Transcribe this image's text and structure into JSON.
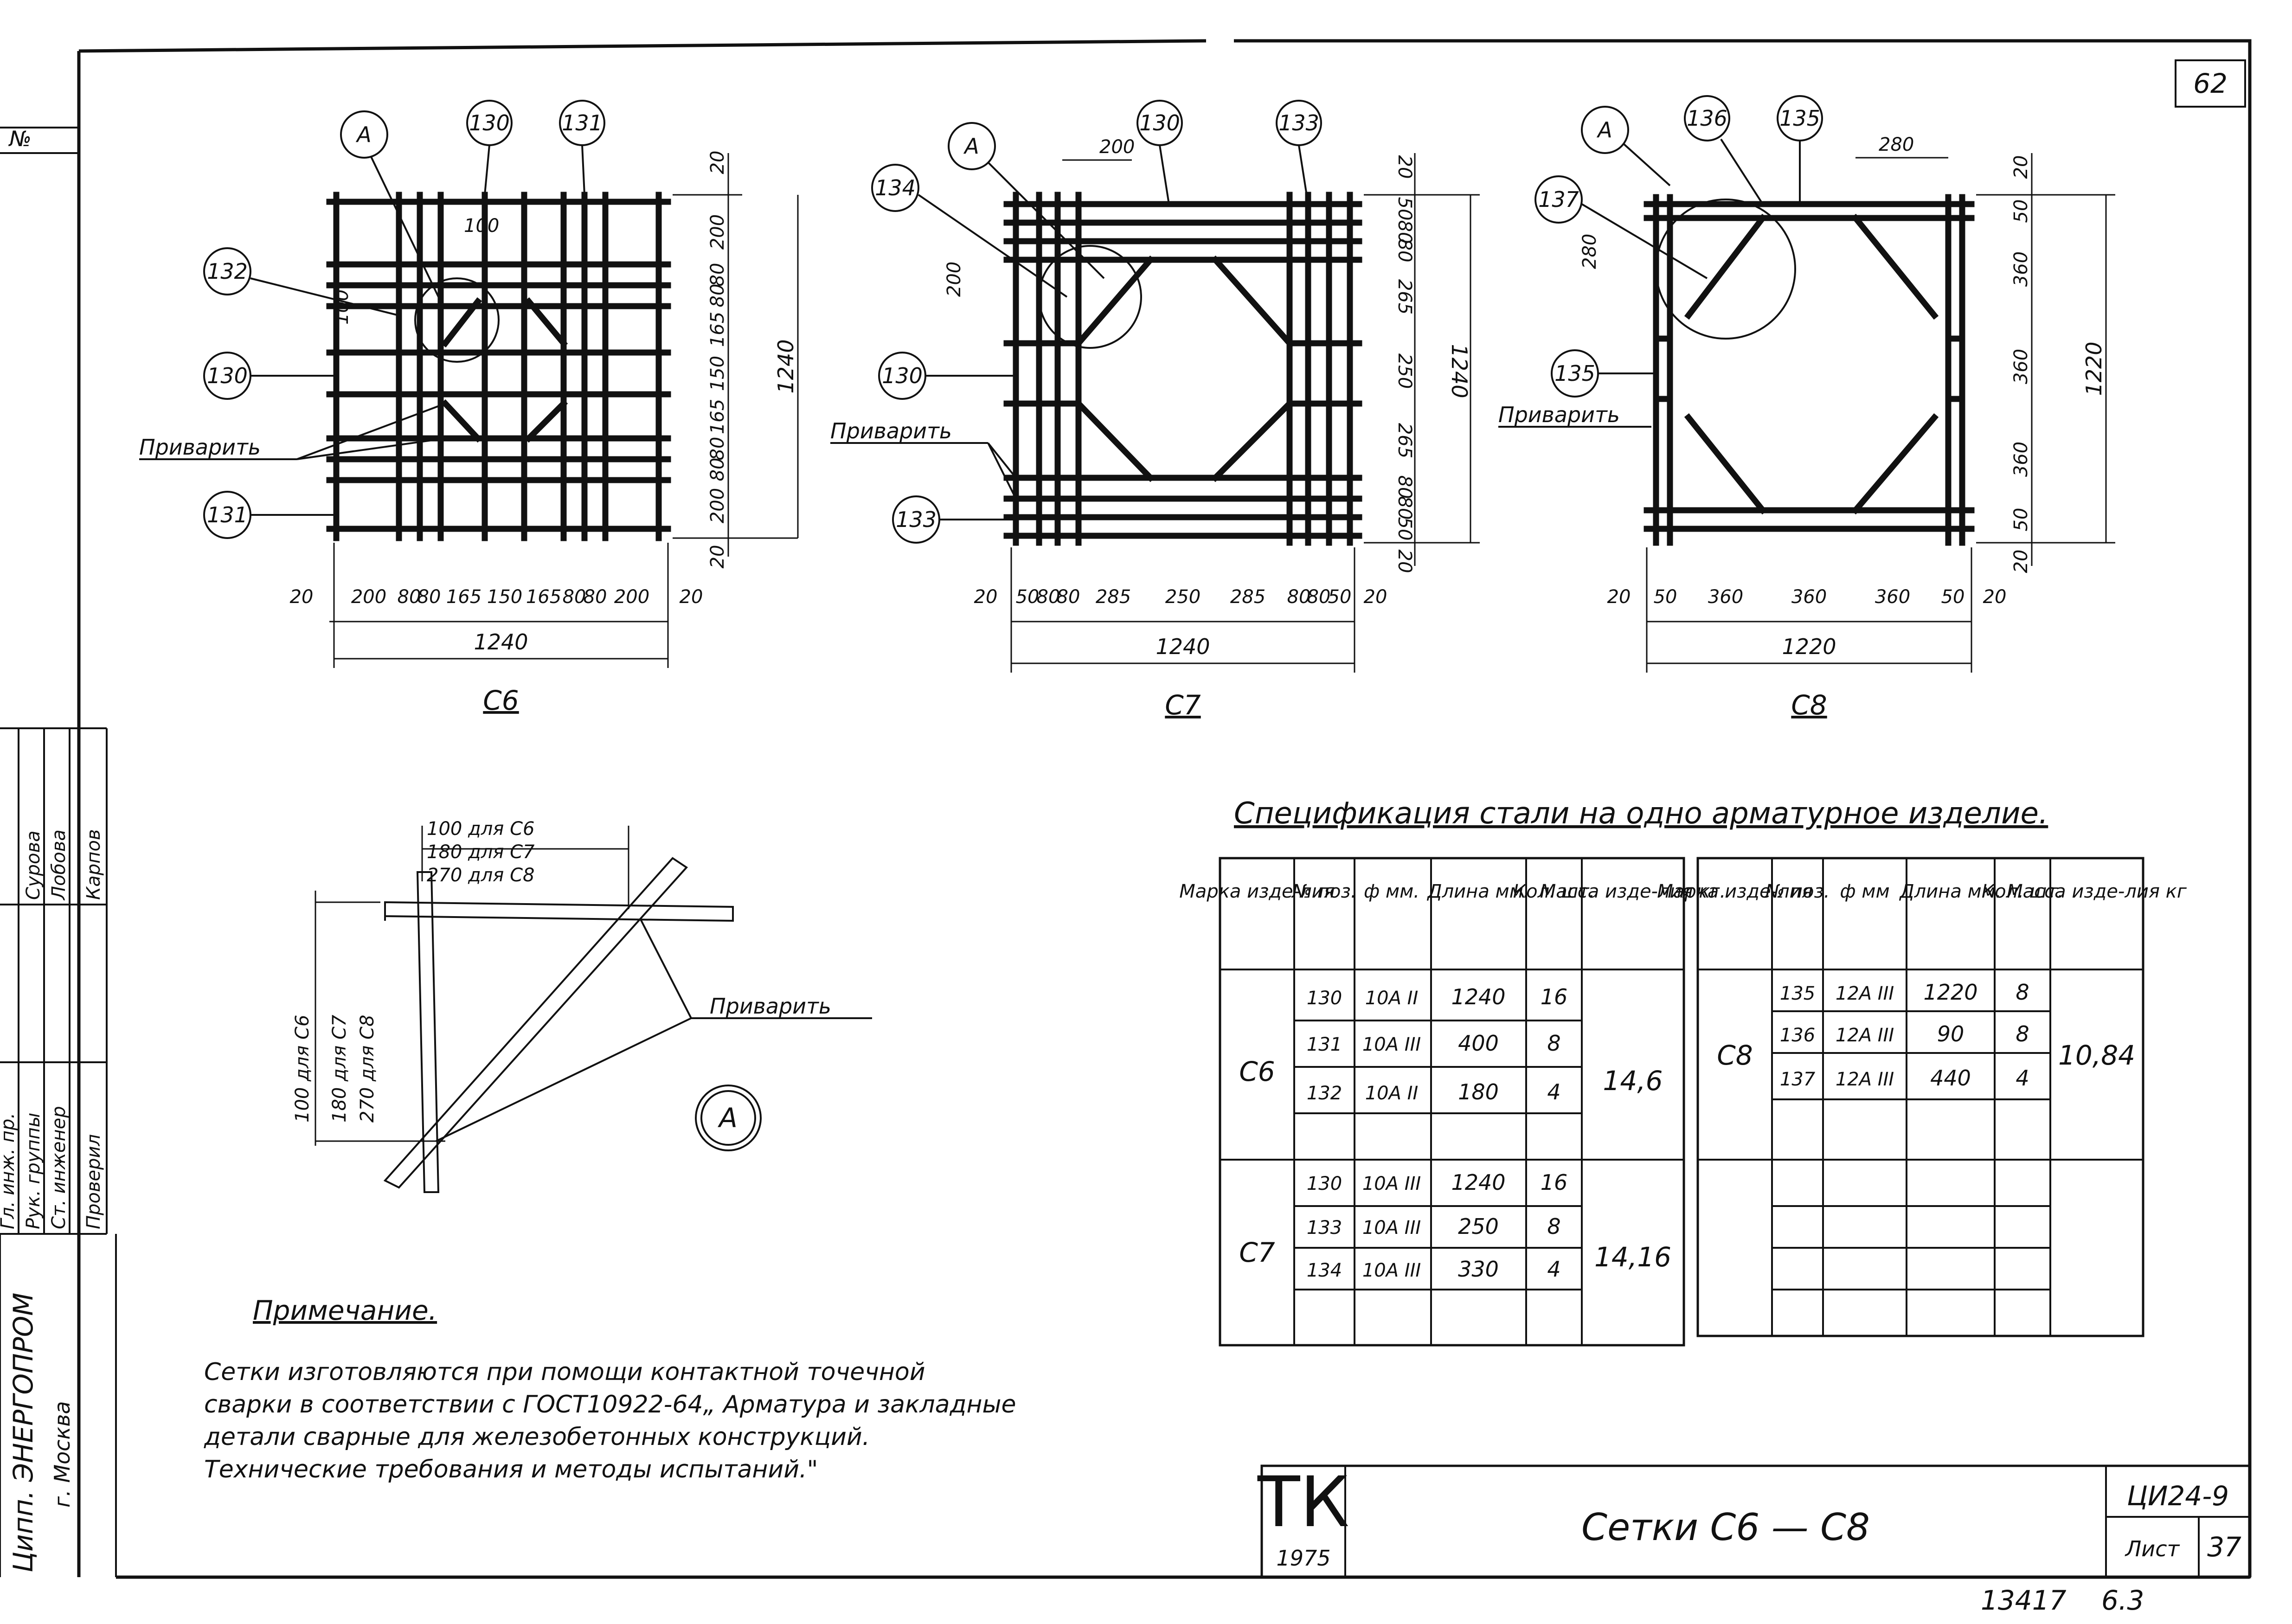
{
  "sheet": {
    "corner_number": "62",
    "bottom_numbers": [
      "13417",
      "6.3"
    ],
    "left_stamp": {
      "label_no": "№",
      "roles": [
        "Гл. инж. пр.",
        "Рук. группы",
        "Ст. инженер",
        "Проверил"
      ],
      "names": [
        "Сурова",
        "Лобова",
        "Карпов"
      ],
      "institute": "Ципп. ЭНЕРГОПРОМ",
      "city": "г. Москва"
    }
  },
  "meshes": [
    {
      "id": "C6",
      "title": "С6",
      "callouts": [
        "А",
        "130",
        "131",
        "132",
        "130",
        "131"
      ],
      "weld_label": "Приварить",
      "note_dims": [
        "100",
        "100"
      ],
      "bottom_dims": [
        "20",
        "200",
        "80",
        "80",
        "165",
        "150",
        "165",
        "80",
        "80",
        "200",
        "20"
      ],
      "right_dims": [
        "20",
        "200",
        "80",
        "80",
        "165",
        "150",
        "165",
        "80",
        "80",
        "200",
        "20"
      ],
      "total_width": "1240",
      "total_height": "1240"
    },
    {
      "id": "C7",
      "title": "С7",
      "callouts": [
        "А",
        "130",
        "133",
        "134",
        "130",
        "133"
      ],
      "weld_label": "Приварить",
      "note_dims": [
        "200",
        "200"
      ],
      "bottom_dims": [
        "20",
        "50",
        "80",
        "80",
        "285",
        "250",
        "285",
        "80",
        "80",
        "50",
        "20"
      ],
      "right_dims": [
        "20",
        "50",
        "80",
        "80",
        "265",
        "250",
        "265",
        "80",
        "80",
        "50",
        "20"
      ],
      "total_width": "1240",
      "total_height": "1240"
    },
    {
      "id": "C8",
      "title": "С8",
      "callouts": [
        "А",
        "136",
        "135",
        "137",
        "135"
      ],
      "weld_label": "Приварить",
      "note_dims": [
        "280",
        "280"
      ],
      "bottom_dims": [
        "20",
        "50",
        "360",
        "360",
        "360",
        "50",
        "20"
      ],
      "right_dims": [
        "20",
        "50",
        "360",
        "360",
        "360",
        "50",
        "20"
      ],
      "total_width": "1220",
      "total_height": "1220"
    }
  ],
  "detail": {
    "callout": "А",
    "top_dims": [
      "100 для С6",
      "180 для С7",
      "270 для С8"
    ],
    "side_dims": [
      "100 для С6",
      "180 для С7",
      "270 для С8"
    ],
    "weld_label": "Приварить"
  },
  "spec": {
    "title": "Спецификация стали на одно арматурное изделие.",
    "headers": [
      "Марка изде-лия",
      "№ поз.",
      "ф мм.",
      "Длина мм.",
      "Кол. шт.",
      "Масса изде-лия кг."
    ],
    "headers_right": [
      "Марка изде-лия",
      "№ поз.",
      "ф мм",
      "Длина мм.",
      "Кол. шт.",
      "Масса изде-лия кг"
    ],
    "left_groups": [
      {
        "mark": "С6",
        "mass": "14,6",
        "rows": [
          {
            "pos": "130",
            "dia": "10А II",
            "length": "1240",
            "qty": "16"
          },
          {
            "pos": "131",
            "dia": "10А III",
            "length": "400",
            "qty": "8"
          },
          {
            "pos": "132",
            "dia": "10А II",
            "length": "180",
            "qty": "4"
          }
        ]
      },
      {
        "mark": "С7",
        "mass": "14,16",
        "rows": [
          {
            "pos": "130",
            "dia": "10А III",
            "length": "1240",
            "qty": "16"
          },
          {
            "pos": "133",
            "dia": "10А III",
            "length": "250",
            "qty": "8"
          },
          {
            "pos": "134",
            "dia": "10А III",
            "length": "330",
            "qty": "4"
          }
        ]
      }
    ],
    "right_groups": [
      {
        "mark": "С8",
        "mass": "10,84",
        "rows": [
          {
            "pos": "135",
            "dia": "12А III",
            "length": "1220",
            "qty": "8"
          },
          {
            "pos": "136",
            "dia": "12А III",
            "length": "90",
            "qty": "8"
          },
          {
            "pos": "137",
            "dia": "12А III",
            "length": "440",
            "qty": "4"
          }
        ]
      }
    ]
  },
  "note": {
    "heading": "Примечание.",
    "lines": [
      "Сетки изготовляются при помощи контактной точечной",
      "сварки в соответствии с ГОСТ10922-64„ Арматура и закладные",
      "детали сварные для железобетонных конструкций.",
      "Технические требования и методы испытаний.\""
    ]
  },
  "title_block": {
    "logo": "ТК",
    "year": "1975",
    "title": "Сетки С6 — С8",
    "code": "ЦИ24-9",
    "sheet_label": "Лист",
    "sheet_no": "37"
  }
}
